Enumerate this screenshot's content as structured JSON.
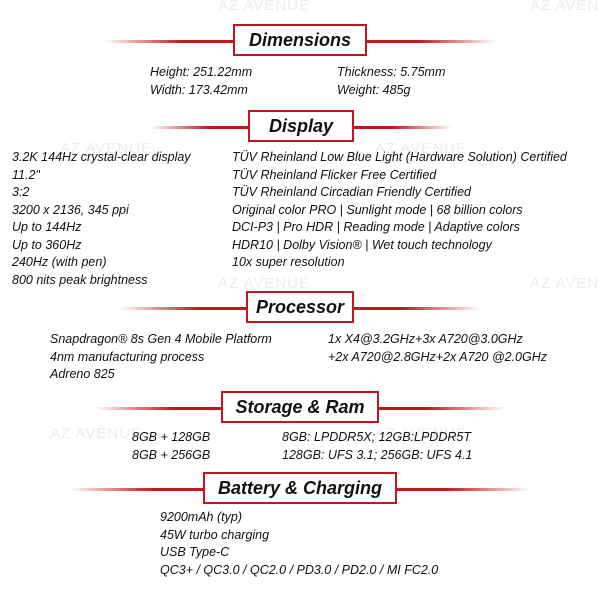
{
  "watermark": "AZ AVENUE",
  "colors": {
    "accent": "#c4161c",
    "text": "#111111"
  },
  "sections": {
    "dimensions": {
      "title": "Dimensions",
      "left": [
        "Height: 251.22mm",
        "Width: 173.42mm"
      ],
      "right": [
        "Thickness: 5.75mm",
        "Weight: 485g"
      ]
    },
    "display": {
      "title": "Display",
      "left": [
        "3.2K 144Hz crystal-clear display",
        "11.2\"",
        "3:2",
        "3200 x 2136, 345 ppi",
        "Up to 144Hz",
        "Up to 360Hz",
        "240Hz (with pen)",
        "800 nits peak brightness"
      ],
      "right": [
        "TÜV Rheinland Low Blue Light (Hardware Solution) Certified",
        "TÜV Rheinland Flicker Free Certified",
        "TÜV Rheinland Circadian Friendly Certified",
        "Original color PRO | Sunlight mode | 68 billion colors",
        "DCI-P3 | Pro HDR | Reading mode | Adaptive colors",
        "HDR10 | Dolby Vision® | Wet touch technology",
        "10x super resolution"
      ]
    },
    "processor": {
      "title": "Processor",
      "left": [
        "Snapdragon® 8s Gen 4 Mobile Platform",
        "4nm manufacturing process",
        "Adreno 825"
      ],
      "right": [
        "1x X4@3.2GHz+3x A720@3.0GHz",
        "+2x A720@2.8GHz+2x A720 @2.0GHz"
      ]
    },
    "storage": {
      "title": "Storage & Ram",
      "left": [
        "8GB + 128GB",
        "8GB + 256GB"
      ],
      "right": [
        "8GB: LPDDR5X; 12GB:LPDDR5T",
        "128GB: UFS 3.1; 256GB: UFS 4.1"
      ]
    },
    "battery": {
      "title": "Battery & Charging",
      "items": [
        "9200mAh (typ)",
        "45W turbo charging",
        "USB Type-C",
        "QC3+ / QC3.0 / QC2.0 / PD3.0 / PD2.0 / MI FC2.0"
      ]
    }
  }
}
